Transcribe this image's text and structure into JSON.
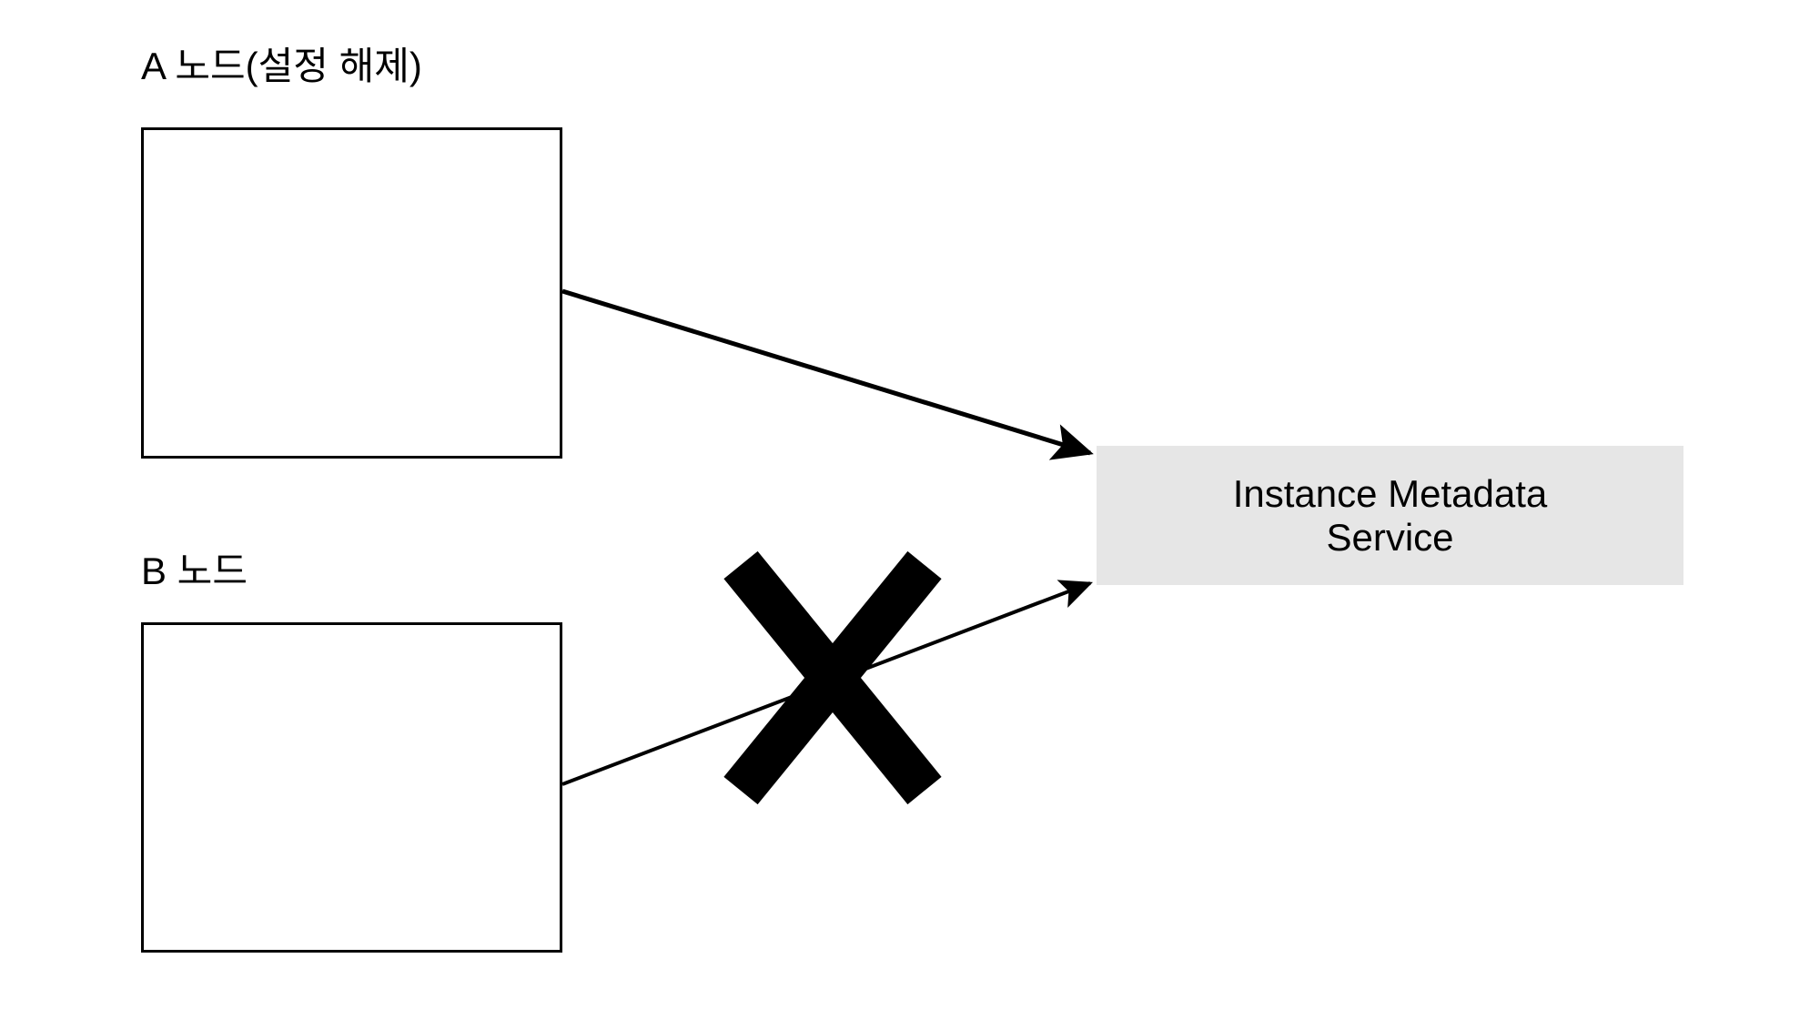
{
  "diagram": {
    "type": "flow-diagram",
    "background_color": "#ffffff",
    "nodes": [
      {
        "id": "node-a",
        "label": "A 노드(설정 해제)",
        "body_text": "",
        "fill": "#ffffff",
        "stroke": "#000000"
      },
      {
        "id": "node-b",
        "label": "B 노드",
        "body_text": "",
        "fill": "#ffffff",
        "stroke": "#000000"
      },
      {
        "id": "imds",
        "label": "Instance Metadata\nService",
        "fill": "#e6e6e6",
        "stroke": "none"
      }
    ],
    "edges": [
      {
        "id": "edge-a-to-imds",
        "from": "node-a",
        "to": "imds",
        "blocked": false,
        "color": "#000000"
      },
      {
        "id": "edge-b-to-imds",
        "from": "node-b",
        "to": "imds",
        "blocked": true,
        "color": "#000000"
      }
    ],
    "annotations": [
      {
        "id": "blocked-mark",
        "symbol": "X",
        "meaning": "blocked-connection",
        "color": "#000000"
      }
    ]
  }
}
